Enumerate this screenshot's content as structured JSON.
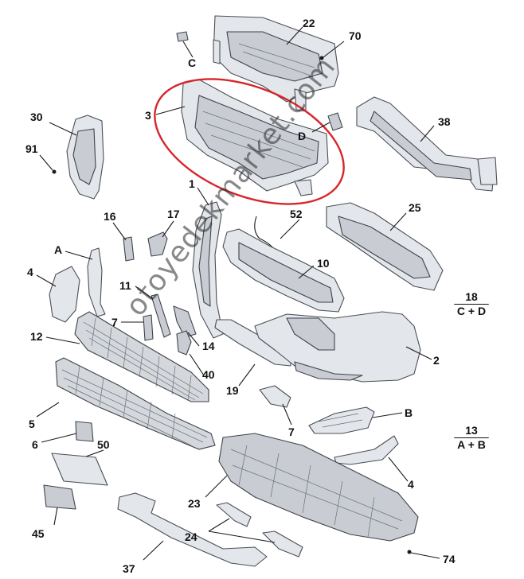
{
  "callouts": {
    "c22": "22",
    "c70": "70",
    "cC": "C",
    "c3": "3",
    "c30": "30",
    "c38": "38",
    "cD": "D",
    "c91": "91",
    "c1": "1",
    "c16": "16",
    "c17": "17",
    "c52": "52",
    "c25": "25",
    "cA": "A",
    "c10": "10",
    "c4a": "4",
    "c11": "11",
    "c7a": "7",
    "c12": "12",
    "c14": "14",
    "c2": "2",
    "c40": "40",
    "c19": "19",
    "c5": "5",
    "cB": "B",
    "c7b": "7",
    "c6": "6",
    "c50": "50",
    "c4b": "4",
    "c23": "23",
    "c45": "45",
    "c24": "24",
    "c37": "37",
    "c74": "74"
  },
  "groups": {
    "g18": {
      "number": "18",
      "members": "C + D"
    },
    "g13": {
      "number": "13",
      "members": "A + B"
    }
  },
  "watermark": "otoyedekmarket.com",
  "highlight_color": "#d7262b"
}
